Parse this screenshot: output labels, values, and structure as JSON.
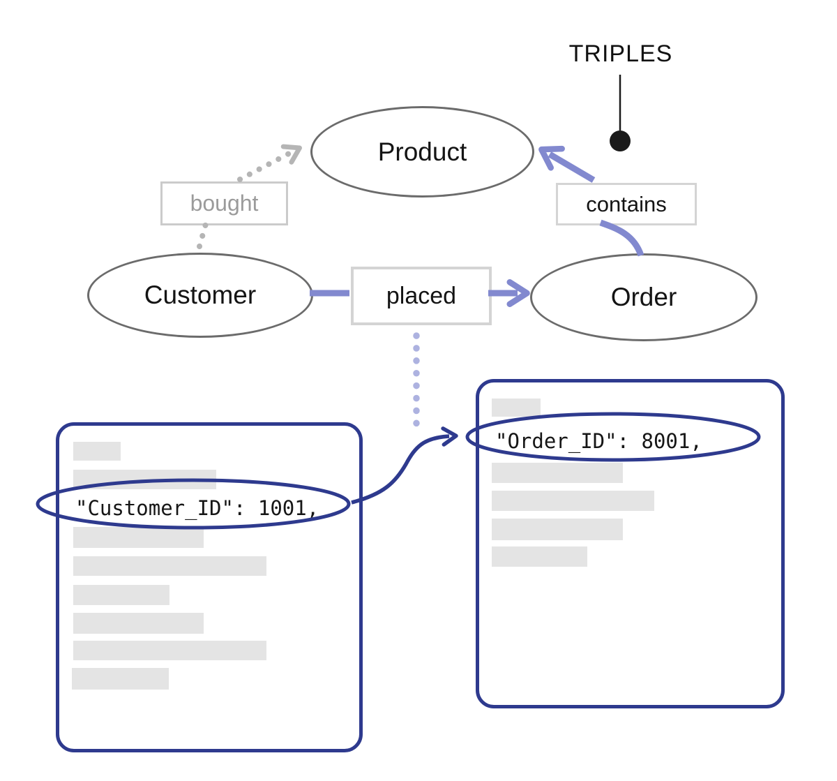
{
  "diagram_title": "TRIPLES",
  "graph": {
    "nodes": [
      {
        "id": "product",
        "label": "Product"
      },
      {
        "id": "customer",
        "label": "Customer"
      },
      {
        "id": "order",
        "label": "Order"
      }
    ],
    "edges": [
      {
        "id": "bought",
        "label": "bought",
        "from": "Customer",
        "to": "Product",
        "style": "dotted-gray"
      },
      {
        "id": "placed",
        "label": "placed",
        "from": "Customer",
        "to": "Order",
        "style": "solid-purple"
      },
      {
        "id": "contains",
        "label": "contains",
        "from": "Order",
        "to": "Product",
        "style": "solid-purple"
      }
    ]
  },
  "documents": [
    {
      "id": "customer-record",
      "highlighted_field": "\"Customer_ID\": 1001,"
    },
    {
      "id": "order-record",
      "highlighted_field": "\"Order_ID\": 8001,"
    }
  ],
  "colors": {
    "navy": "#2e3a8e",
    "purple": "#8289cf",
    "light_purple": "#adb2e0",
    "node_stroke": "#6b6b6b",
    "rel_box_border": "#d4d4d4",
    "muted_label": "#9b9b9b",
    "redacted_bar": "#e4e4e4",
    "text": "#141414"
  }
}
